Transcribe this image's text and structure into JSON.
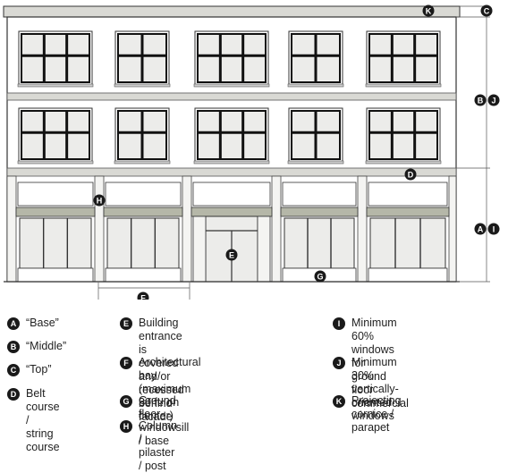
{
  "diagram_title": "",
  "facade_markers": {
    "top_k": "K",
    "top_c": "C",
    "mid_b": "B",
    "mid_j": "J",
    "belt_d": "D",
    "column_h": "H",
    "base_a": "A",
    "base_i": "I",
    "entrance_e": "E",
    "sill_g": "G",
    "bay_f": "F"
  },
  "legend": [
    {
      "letter": "A",
      "text": "“Base”"
    },
    {
      "letter": "B",
      "text": "“Middle”"
    },
    {
      "letter": "C",
      "text": "“Top”"
    },
    {
      "letter": "D",
      "text": "Belt course /\nstring course"
    },
    {
      "letter": "E",
      "text": "Building entrance is covered\nand/or recessed behind facade"
    },
    {
      "letter": "F",
      "text": "Architectural bay (maximum\n30 ft. on center)"
    },
    {
      "letter": "G",
      "text": "Ground floor windowsill / base"
    },
    {
      "letter": "H",
      "text": "Column / pilaster / post"
    },
    {
      "letter": "I",
      "text": "Minimum 60% windows for\nground floor commercial"
    },
    {
      "letter": "J",
      "text": "Minimum 30% vertically-\noriented windows"
    },
    {
      "letter": "K",
      "text": "Projecting cornice / parapet"
    }
  ],
  "colors": {
    "ink": "#1a1a1a",
    "band": "#d9d9d4",
    "awning": "#b5b7a8",
    "glass": "#ececea"
  }
}
